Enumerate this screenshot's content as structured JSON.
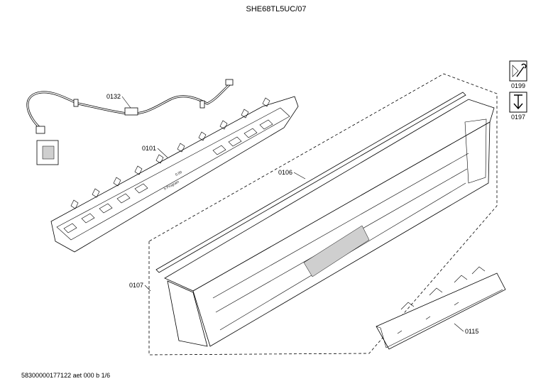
{
  "header": {
    "title": "SHE68TL5UC/07"
  },
  "footer": {
    "code": "58300000177122 aet 000 b 1/6"
  },
  "legend": [
    {
      "icon": "wrench-icon",
      "code": "0199"
    },
    {
      "icon": "down-arrow-icon",
      "code": "0197"
    }
  ],
  "parts": {
    "p0132": "0132",
    "p0101": "0101",
    "p0106": "0106",
    "p0107": "0107",
    "p0115": "0115"
  },
  "display": {
    "digits": "0.00",
    "caption": "h Program"
  }
}
